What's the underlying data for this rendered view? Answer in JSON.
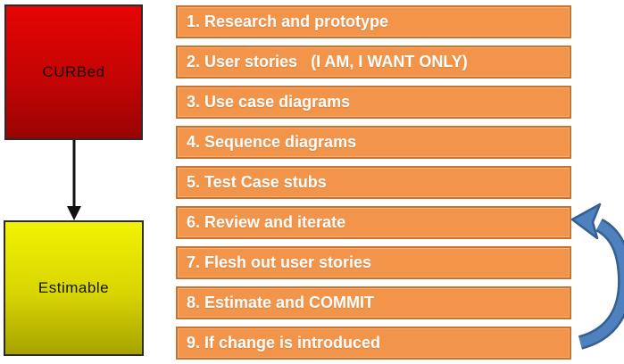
{
  "diagram": {
    "concept_boxes": [
      {
        "label": "CURBed",
        "fill_top": "#e60505",
        "fill_bottom": "#9a0303",
        "border": "#2b2b2b"
      },
      {
        "label": "Estimable",
        "fill_top": "#f2f202",
        "fill_bottom": "#a6a300",
        "border": "#2b2b2b"
      }
    ],
    "steps": [
      {
        "label": "1. Research and prototype"
      },
      {
        "label": "2. User stories   (I AM, I WANT ONLY)"
      },
      {
        "label": "3. Use case diagrams"
      },
      {
        "label": "4. Sequence diagrams"
      },
      {
        "label": "5. Test Case stubs"
      },
      {
        "label": "6. Review and iterate"
      },
      {
        "label": "7. Flesh out user stories"
      },
      {
        "label": "8. Estimate and COMMIT"
      },
      {
        "label": "9. If change is introduced"
      }
    ],
    "connectors": [
      {
        "type": "straight-down-arrow",
        "from": "CURBed",
        "to": "Estimable",
        "color": "#111111"
      },
      {
        "type": "curved-loop-arrow",
        "from": "step-9",
        "to": "step-6",
        "fill": "#4e81bd",
        "border": "#365f91"
      }
    ],
    "colors": {
      "step_fill": "#f2944a",
      "step_border": "#c9732f",
      "step_text": "#ffffff",
      "background": "#ffffff"
    }
  }
}
